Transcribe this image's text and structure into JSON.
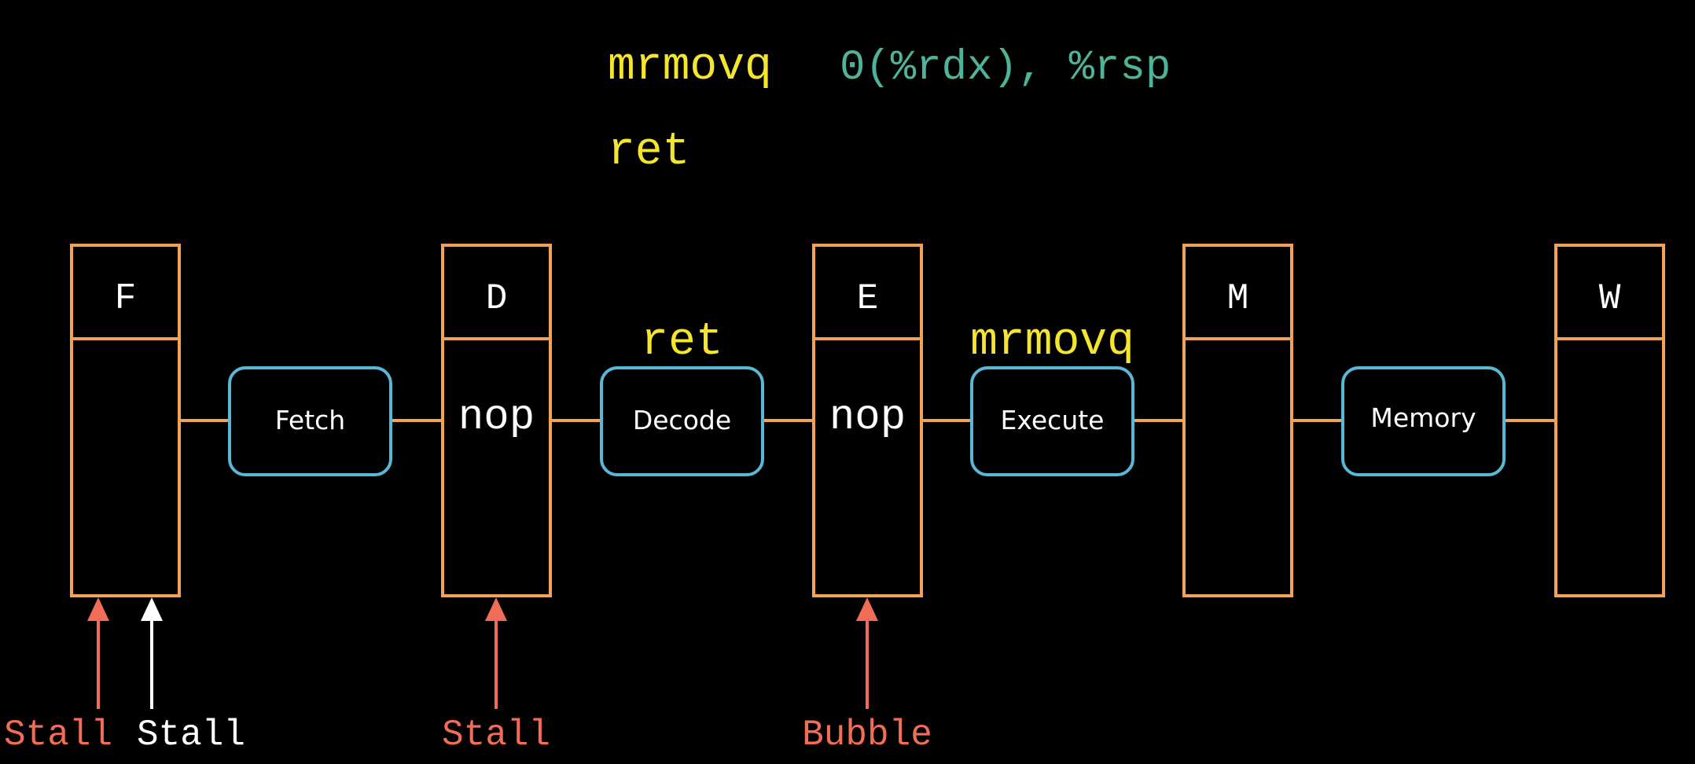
{
  "colors": {
    "background": "#000000",
    "register": "#f2a35a",
    "logic": "#5bb8d4",
    "instruction": "#f5e52c",
    "operand": "#4fb39a",
    "signal_active": "#f26d57",
    "signal_inactive": "#ffffff",
    "text": "#ffffff"
  },
  "header": {
    "line1": {
      "mnemonic": "mrmovq",
      "operands": "0(%rdx), %rsp"
    },
    "line2": {
      "mnemonic": "ret"
    }
  },
  "registers": [
    {
      "label": "F",
      "content": ""
    },
    {
      "label": "D",
      "content": "nop"
    },
    {
      "label": "E",
      "content": "nop"
    },
    {
      "label": "M",
      "content": ""
    },
    {
      "label": "W",
      "content": ""
    }
  ],
  "stages": [
    {
      "label": "Fetch",
      "instruction": ""
    },
    {
      "label": "Decode",
      "instruction": "ret"
    },
    {
      "label": "Execute",
      "instruction": "mrmovq"
    },
    {
      "label": "Memory",
      "instruction": ""
    }
  ],
  "signals": [
    {
      "label": "Stall",
      "state": "active"
    },
    {
      "label": "Stall",
      "state": "inactive"
    },
    {
      "label": "Stall",
      "state": "active"
    },
    {
      "label": "Bubble",
      "state": "active"
    }
  ]
}
